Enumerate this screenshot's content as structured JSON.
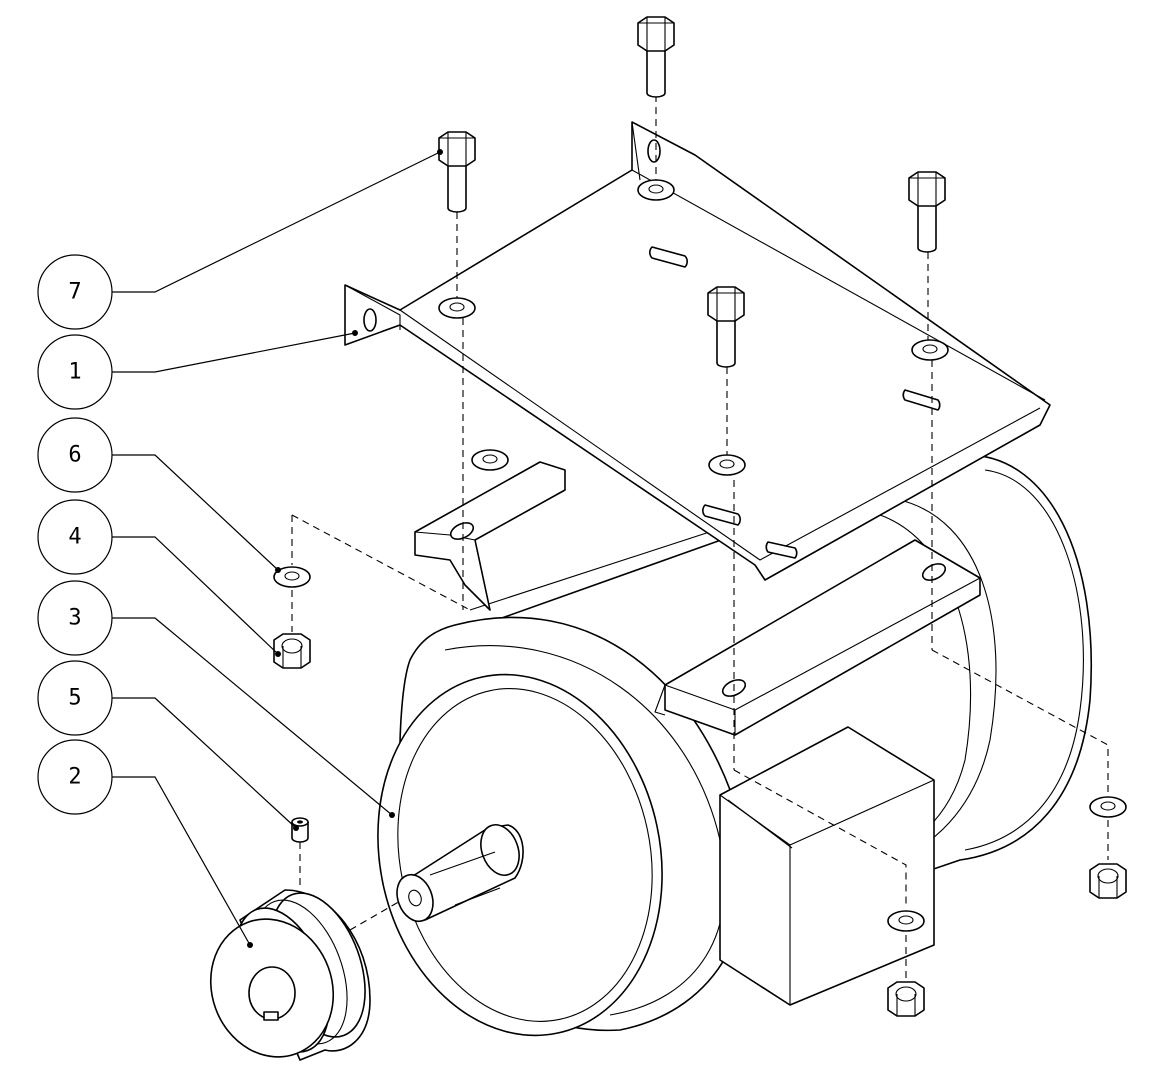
{
  "balloons": [
    {
      "id": "7",
      "label": "7"
    },
    {
      "id": "1",
      "label": "1"
    },
    {
      "id": "6",
      "label": "6"
    },
    {
      "id": "4",
      "label": "4"
    },
    {
      "id": "3",
      "label": "3"
    },
    {
      "id": "5",
      "label": "5"
    },
    {
      "id": "2",
      "label": "2"
    }
  ],
  "colors": {
    "line": "#000000",
    "background": "#ffffff"
  }
}
